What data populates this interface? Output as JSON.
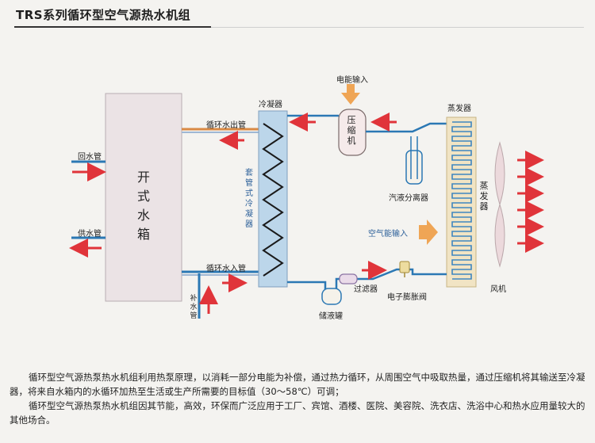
{
  "title": "TRS系列循环型空气源热水机组",
  "labels": {
    "power_input": "电能输入",
    "condenser": "冷凝器",
    "evaporator": "蒸发器",
    "loop_outlet": "循环水出管",
    "loop_inlet": "循环水入管",
    "return_pipe": "回水管",
    "supply_pipe": "供水管",
    "makeup_pipe": "补水管",
    "open_tank": "开式水箱",
    "casing_condenser": "套管式冷凝器",
    "compressor": "压缩机",
    "gas_liquid_separator": "汽液分离器",
    "air_energy_input": "空气能输入",
    "evaporator_vertical": "蒸发器",
    "filter": "过滤器",
    "expansion_valve": "电子膨胀阀",
    "liquid_receiver": "储液罐",
    "fan": "风机"
  },
  "description": {
    "p1": "循环型空气源热泵热水机组利用热泵原理，以消耗一部分电能为补偿，通过热力循环，从周围空气中吸取热量，通过压缩机将其输送至冷凝器，将来自水箱内的水循环加热至生活或生产所需要的目标值（30～58℃）可调；",
    "p2": "循环型空气源热泵热水机组因其节能，高效，环保而广泛应用于工厂、宾馆、酒楼、医院、美容院、洗衣店、洗浴中心和热水应用量较大的其他场合。"
  },
  "colors": {
    "arrow": "#e0343a",
    "pipe_blue": "#2b78b4",
    "pipe_orange": "#d98a45",
    "condenser_fill": "#bcd6ea",
    "tank_fill": "#ebe3e5",
    "input_arrow": "#efa555"
  }
}
